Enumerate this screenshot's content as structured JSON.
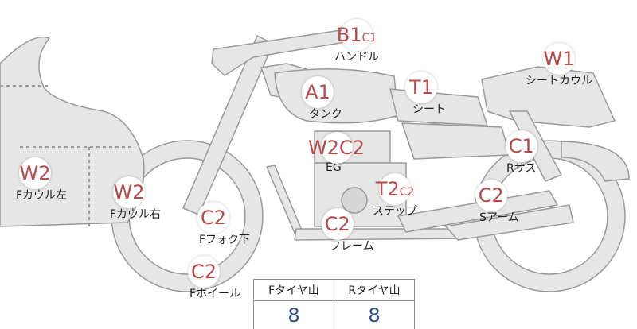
{
  "colors": {
    "body": "#e6e6e6",
    "outline": "#9a9a9a",
    "grade": "#b54a4a",
    "value": "#2d4a8a"
  },
  "parts": {
    "handle": {
      "grade": "B1",
      "sub": "C1",
      "label": "ハンドル"
    },
    "tank": {
      "grade": "A1",
      "sub": "",
      "label": "タンク"
    },
    "seat": {
      "grade": "T1",
      "sub": "",
      "label": "シート"
    },
    "seat_cowl": {
      "grade": "W1",
      "sub": "",
      "label": "シートカウル"
    },
    "engine": {
      "grade": "W2",
      "sub": "C2",
      "label": "EG"
    },
    "rear_susp": {
      "grade": "C1",
      "sub": "",
      "label": "Rサス"
    },
    "cowl_left": {
      "grade": "W2",
      "sub": "",
      "label": "Fカウル左"
    },
    "cowl_right": {
      "grade": "W2",
      "sub": "",
      "label": "Fカウル右"
    },
    "step": {
      "grade": "T2",
      "sub": "C2",
      "label": "ステップ"
    },
    "swing_arm": {
      "grade": "C2",
      "sub": "",
      "label": "Sアーム"
    },
    "front_fork": {
      "grade": "C2",
      "sub": "",
      "label": "Fフォク下"
    },
    "frame": {
      "grade": "C2",
      "sub": "",
      "label": "フレーム"
    },
    "front_wheel": {
      "grade": "C2",
      "sub": "",
      "label": "Fホイール"
    }
  },
  "tire_tread": {
    "front": {
      "label": "Fタイヤ山",
      "value": "8"
    },
    "rear": {
      "label": "Rタイヤ山",
      "value": "8"
    }
  }
}
